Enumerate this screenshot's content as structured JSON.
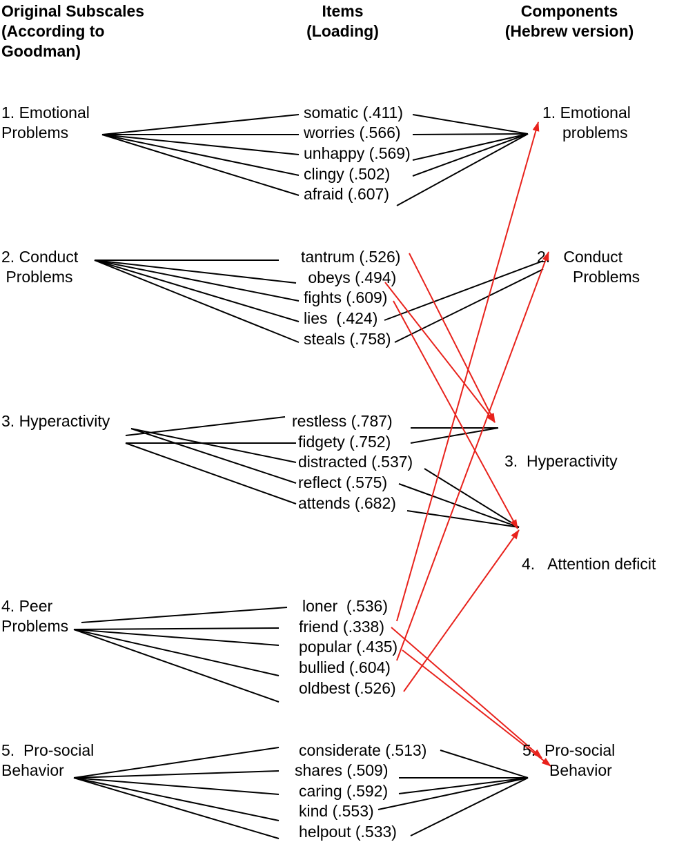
{
  "headers": {
    "left": [
      "Original Subscales",
      "(According to",
      "Goodman)"
    ],
    "middle": [
      "Items",
      "(Loading)"
    ],
    "right": [
      "Components",
      "(Hebrew version)"
    ]
  },
  "subscales": [
    {
      "lines": [
        "1. Emotional",
        "Problems"
      ]
    },
    {
      "lines": [
        "2. Conduct",
        " Problems"
      ]
    },
    {
      "lines": [
        "3. Hyperactivity"
      ]
    },
    {
      "lines": [
        "4. Peer",
        "Problems"
      ]
    },
    {
      "lines": [
        "5.  Pro-social",
        "Behavior"
      ]
    }
  ],
  "items": [
    "somatic (.411)",
    "worries (.566)",
    "unhappy (.569)",
    "clingy (.502)",
    "afraid (.607)",
    "tantrum (.526)",
    " obeys (.494)",
    "fights (.609)",
    "lies  (.424)",
    "steals (.758)",
    "restless (.787)",
    "fidgety (.752)",
    "distracted (.537)",
    "reflect (.575)",
    "attends (.682)",
    "loner  (.536)",
    "friend (.338)",
    "popular (.435)",
    "bullied (.604)",
    "oldbest (.526)",
    "considerate (.513)",
    "shares (.509)",
    "caring (.592)",
    "kind (.553)",
    "helpout (.533)"
  ],
  "components": [
    {
      "lines": [
        "1. Emotional",
        "problems"
      ]
    },
    {
      "lines": [
        "2.   Conduct",
        "Problems"
      ]
    },
    {
      "lines": [
        "3.  Hyperactivity"
      ]
    },
    {
      "lines": [
        "4.   Attention deficit"
      ]
    },
    {
      "lines": [
        "5.  Pro-social",
        "Behavior"
      ]
    }
  ],
  "colors": {
    "line": "#000000",
    "arrow": "#e8221c"
  }
}
